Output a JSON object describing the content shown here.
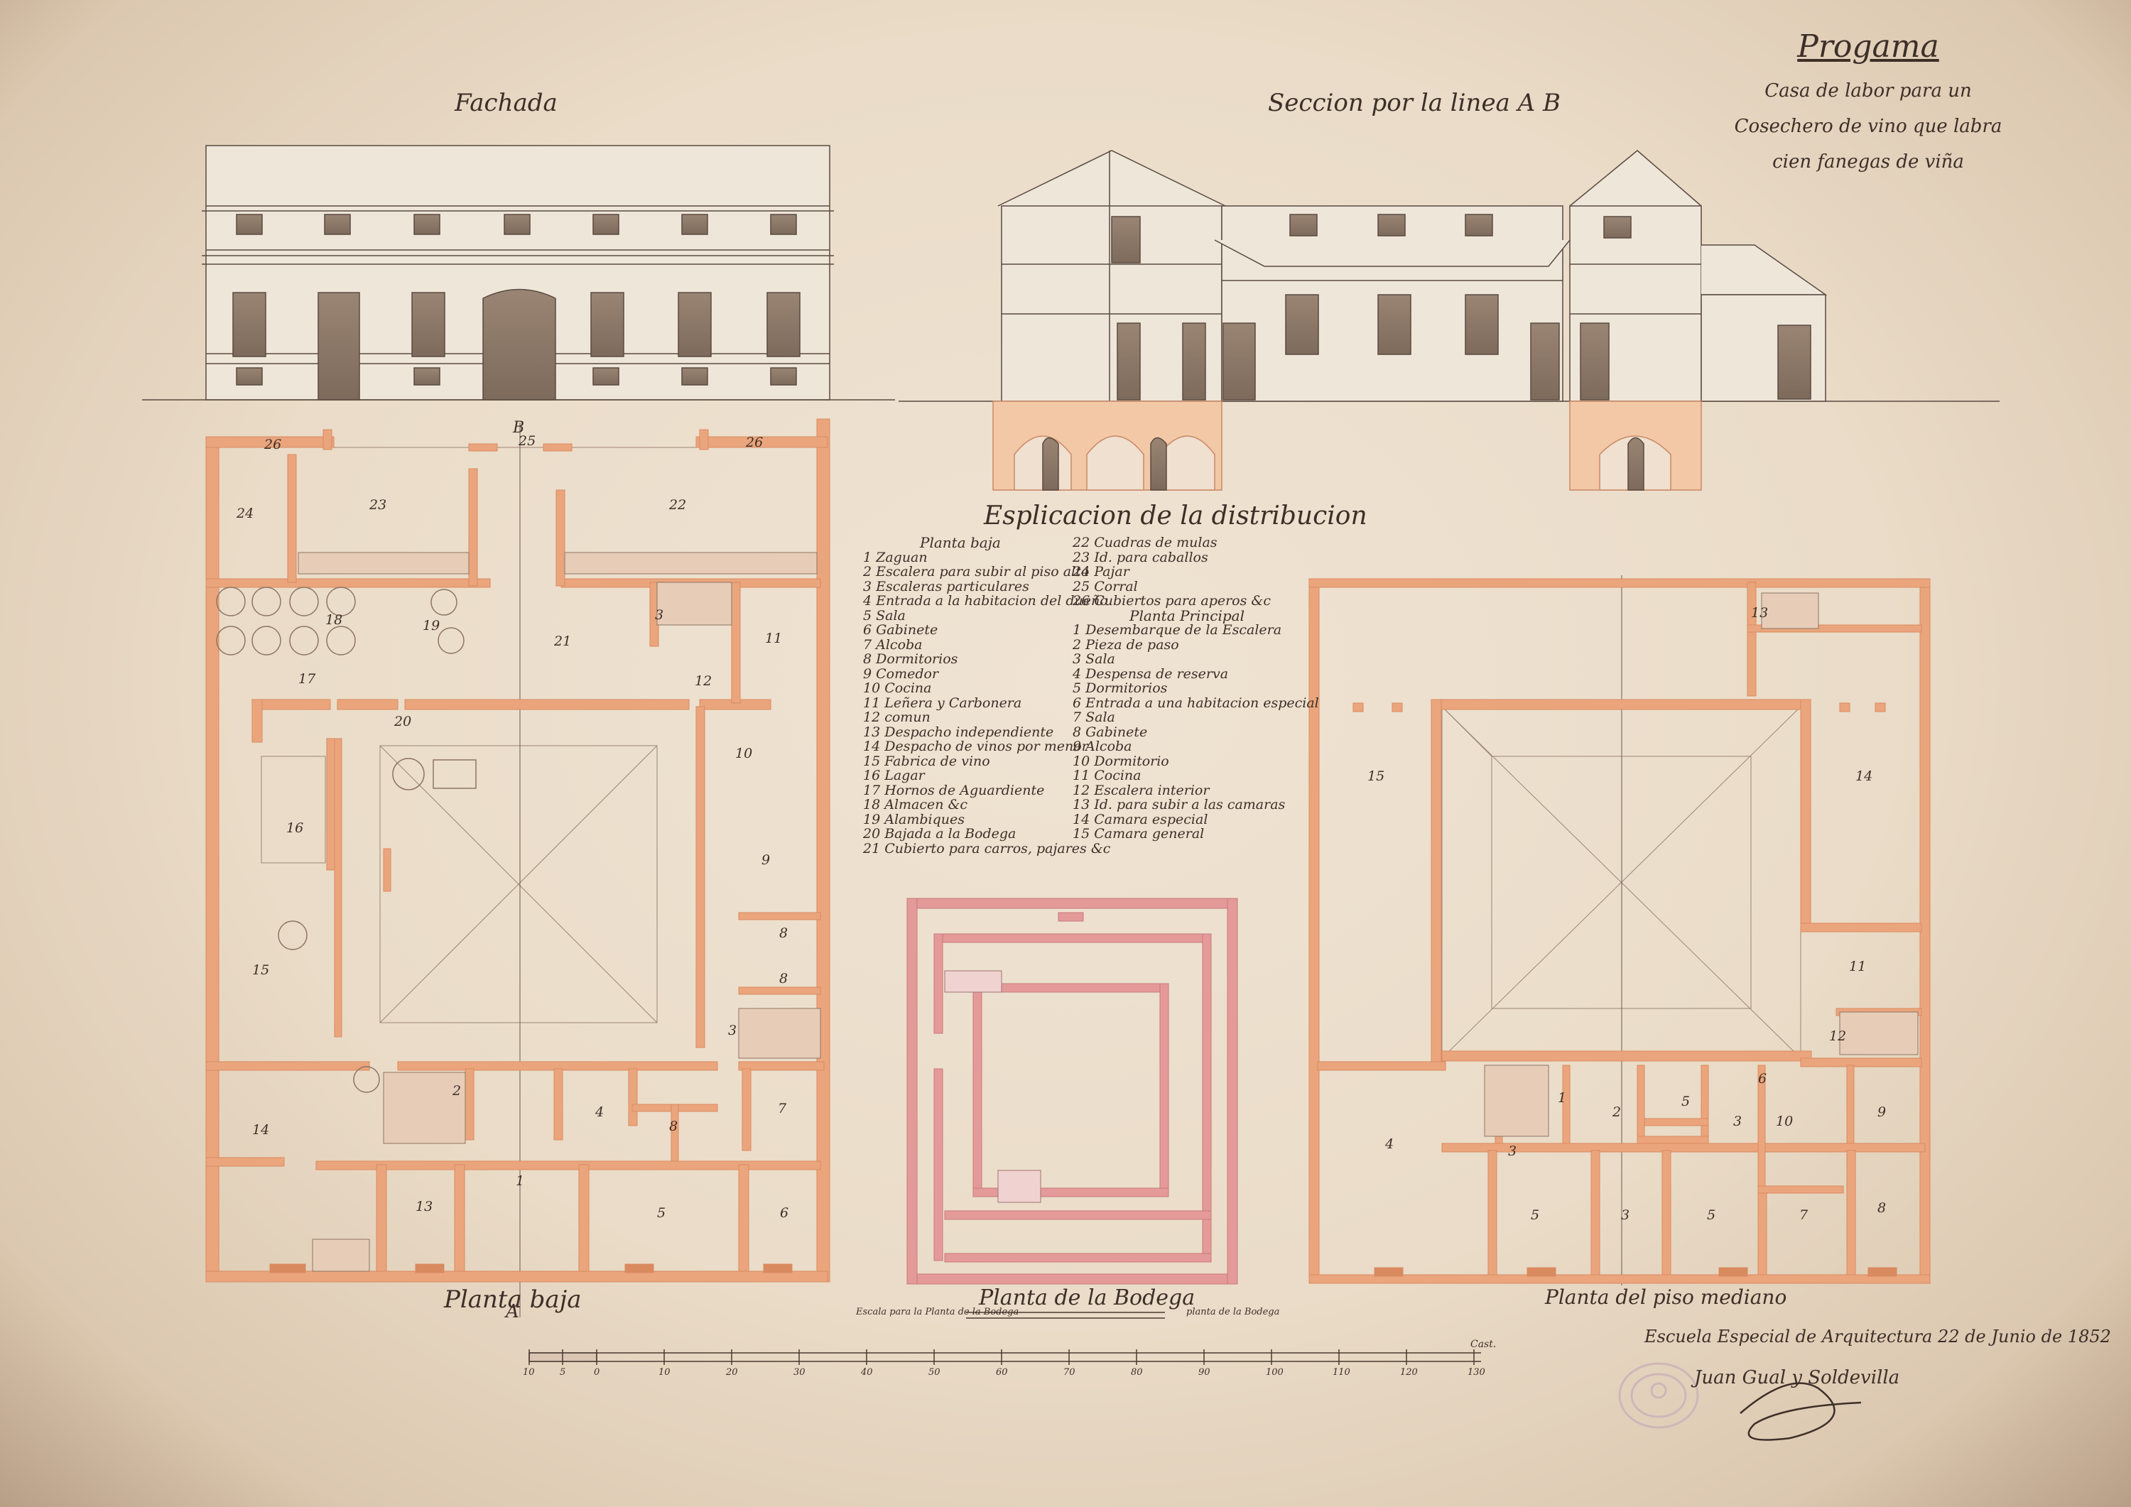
{
  "title_block": {
    "heading": "Progama",
    "subtitle": "Casa de labor para un Cosechero de vino que labra cien fanegas de viña"
  },
  "views": {
    "facade": "Fachada",
    "section": "Seccion por la linea A B",
    "ground_floor": "Planta baja",
    "cellar": "Planta de la Bodega",
    "main_floor": "Planta del piso mediano"
  },
  "section_markers": {
    "a": "A",
    "b": "B"
  },
  "legend": {
    "title": "Esplicacion de la distribucion",
    "ground_heading": "Planta baja",
    "main_heading": "Planta Principal",
    "ground_items": [
      "1 Zaguan",
      "2 Escalera para subir al piso alto",
      "3 Escaleras particulares",
      "4 Entrada a la habitacion del dueño",
      "5 Sala",
      "6 Gabinete",
      "7 Alcoba",
      "8 Dormitorios",
      "9 Comedor",
      "10 Cocina",
      "11 Leñera y Carbonera",
      "12 comun",
      "13 Despacho independiente",
      "14 Despacho de vinos por menor",
      "15 Fabrica de vino",
      "16 Lagar",
      "17 Hornos de Aguardiente",
      "18 Almacen &c",
      "19 Alambiques",
      "20 Bajada a la Bodega",
      "21 Cubierto para carros, pajares &c"
    ],
    "ground_items_cont": [
      "22 Cuadras de mulas",
      "23 Id. para caballos",
      "24 Pajar",
      "25 Corral",
      "26 Cubiertos para aperos &c"
    ],
    "main_items": [
      "1 Desembarque de la Escalera",
      "2 Pieza de paso",
      "3 Sala",
      "4 Despensa de reserva",
      "5 Dormitorios",
      "6 Entrada a una habitacion especial",
      "7 Sala",
      "8 Gabinete",
      "9 Alcoba",
      "10 Dormitorio",
      "11 Cocina",
      "12 Escalera interior",
      "13 Id. para subir a las camaras",
      "14 Camara especial",
      "15 Camara general"
    ]
  },
  "scale": {
    "left_label": "Escala para la Planta de la Bodega",
    "right_label": "Cast.",
    "cellar_note": "planta de la Bodega",
    "ticks": [
      "10",
      "5",
      "0",
      "10",
      "20",
      "30",
      "40",
      "50",
      "60",
      "70",
      "80",
      "90",
      "100",
      "110",
      "120",
      "130"
    ]
  },
  "room_numbers": {
    "g26a": "26",
    "g25": "25",
    "g26b": "26",
    "g24": "24",
    "g23": "23",
    "g22": "22",
    "g18": "18",
    "g19": "19",
    "g21": "21",
    "g3a": "3",
    "g11": "11",
    "g12": "12",
    "g17": "17",
    "g20": "20",
    "g10": "10",
    "g16": "16",
    "g9": "9",
    "g8a": "8",
    "g8b": "8",
    "g15": "15",
    "g3b": "3",
    "g2": "2",
    "g14": "14",
    "g4": "4",
    "g8c": "8",
    "g7": "7",
    "g13": "13",
    "g1": "1",
    "g5": "5",
    "g6": "6",
    "m13": "13",
    "m15": "15",
    "m14": "14",
    "m11": "11",
    "m12": "12",
    "m1": "1",
    "m2": "2",
    "m5a": "5",
    "m3a": "3",
    "m10": "10",
    "m9": "9",
    "m6": "6",
    "m4": "4",
    "m3b": "3",
    "m5b": "5",
    "m3c": "3",
    "m5c": "5",
    "m7": "7",
    "m8": "8"
  },
  "signature": {
    "school_line": "Escuela Especial de Arquitectura 22 de Junio de 1852",
    "name": "Juan Gual y Soldevilla"
  },
  "colors": {
    "wall": "#eba57c",
    "wall_dark": "#d98a5f",
    "cellar_wall": "#e59a9a",
    "opening": "#8a7565",
    "ink": "#3d2f28"
  }
}
